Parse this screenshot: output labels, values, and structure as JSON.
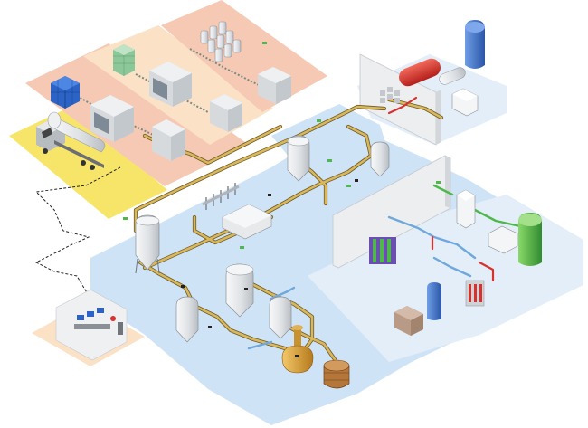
{
  "diagram": {
    "kind": "isometric-process-plant",
    "labels_present": false,
    "zones": [
      {
        "name": "truck-loading-zone",
        "color": "#f7e56a"
      },
      {
        "name": "bottling-line-zone-1",
        "color": "#f6c9b5"
      },
      {
        "name": "bottling-line-zone-2",
        "color": "#fbe2c6"
      },
      {
        "name": "packaging-zone",
        "color": "#f6c9b5"
      },
      {
        "name": "process-floor",
        "color": "#cfe3f6"
      },
      {
        "name": "utility-room-floor",
        "color": "#e3eef9"
      },
      {
        "name": "control-room-floor",
        "color": "#fbe2c6"
      }
    ],
    "equipment": [
      {
        "name": "tanker-truck"
      },
      {
        "name": "pallet-stack"
      },
      {
        "name": "bottle-crate-stack"
      },
      {
        "name": "keg-stack"
      },
      {
        "name": "filling-machine"
      },
      {
        "name": "labeling-machine"
      },
      {
        "name": "storage-tank"
      },
      {
        "name": "fermentation-tank"
      },
      {
        "name": "copper-brew-kettle"
      },
      {
        "name": "wooden-lauter-tun"
      },
      {
        "name": "plate-filter"
      },
      {
        "name": "manifold-valve-block"
      },
      {
        "name": "red-air-receiver"
      },
      {
        "name": "blue-vertical-tank"
      },
      {
        "name": "green-nitrogen-tank"
      },
      {
        "name": "blue-gas-cylinder"
      },
      {
        "name": "heat-exchanger"
      },
      {
        "name": "control-desk"
      }
    ],
    "colors": {
      "pipe": "#c9a64a",
      "pipe_outline": "#6b5a2a",
      "pipe_blue": "#8fbde6",
      "signal_line": "#222222",
      "wall": "#e9ebee",
      "tank_body": "#e2e5e8",
      "copper": "#d9a23a",
      "red_tank": "#d8322e",
      "blue_tank": "#3a6fc9",
      "green_tank": "#4fb84a"
    }
  }
}
